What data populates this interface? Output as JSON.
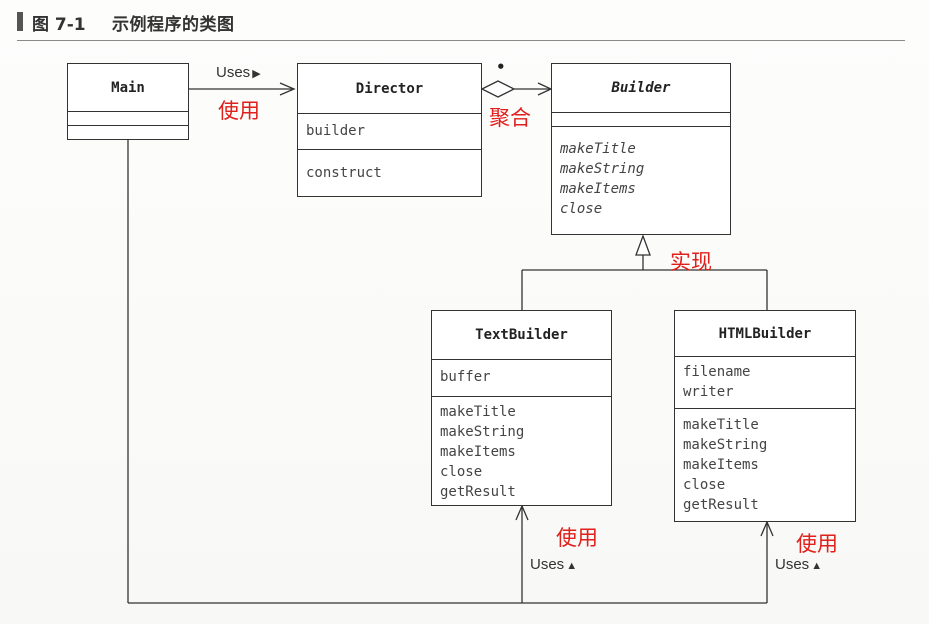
{
  "figure": {
    "number": "图 7-1",
    "title": "示例程序的类图"
  },
  "classes": {
    "main": {
      "name": "Main",
      "attributes": [],
      "operations": []
    },
    "director": {
      "name": "Director",
      "attributes": [
        "builder"
      ],
      "operations": [
        "construct"
      ]
    },
    "builder": {
      "name": "Builder",
      "abstract": true,
      "attributes": [],
      "operations": [
        "makeTitle",
        "makeString",
        "makeItems",
        "close"
      ]
    },
    "text_builder": {
      "name": "TextBuilder",
      "attributes": [
        "buffer"
      ],
      "operations": [
        "makeTitle",
        "makeString",
        "makeItems",
        "close",
        "getResult"
      ]
    },
    "html_builder": {
      "name": "HTMLBuilder",
      "attributes": [
        "filename",
        "writer"
      ],
      "operations": [
        "makeTitle",
        "makeString",
        "makeItems",
        "close",
        "getResult"
      ]
    }
  },
  "relations": {
    "main_director": {
      "label": "Uses",
      "arrow": "▶",
      "annotation": "使用"
    },
    "director_builder": {
      "multiplicity": "•",
      "annotation": "聚合"
    },
    "builder_realization": {
      "annotation": "实现"
    },
    "main_text_builder": {
      "label": "Uses",
      "arrow": "▲",
      "annotation": "使用"
    },
    "main_html_builder": {
      "label": "Uses",
      "arrow": "▲",
      "annotation": "使用"
    }
  },
  "colors": {
    "annotation": "#e0201c",
    "line": "#333333"
  }
}
